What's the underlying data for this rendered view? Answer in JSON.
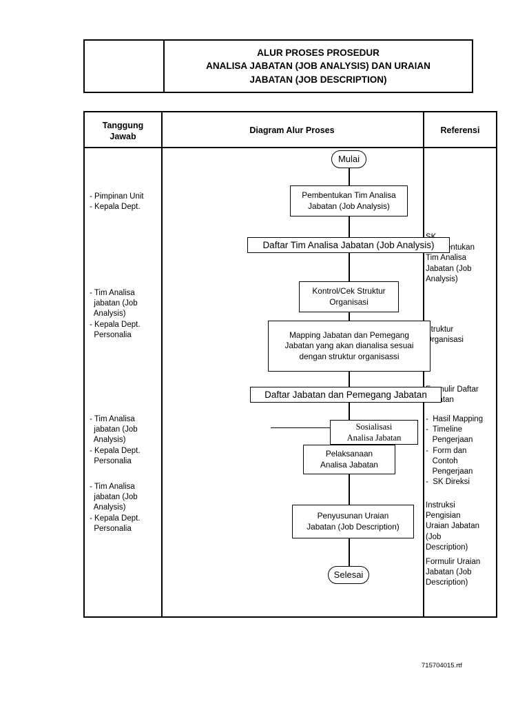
{
  "document": {
    "header": {
      "title_lines": [
        "ALUR PROSES PROSEDUR",
        "ANALISA JABATAN (JOB ANALYSIS) DAN  URAIAN",
        "JABATAN (JOB DESCRIPTION)"
      ],
      "left_cell": ""
    },
    "columns": {
      "responsibility": "Tanggung\nJawab",
      "flowchart": "Diagram Alur Proses",
      "reference": "Referensi"
    },
    "responsibilities": [
      {
        "text": "- Pimpinan Unit\n- Kepala Dept."
      },
      {
        "text": "- Tim Analisa\n  jabatan (Job\n  Analysis)\n- Kepala Dept.\n  Personalia"
      },
      {
        "text": "- Tim Analisa\n  jabatan (Job\n  Analysis)\n- Kepala Dept.\n  Personalia"
      },
      {
        "text": "- Tim Analisa\n  jabatan (Job\n  Analysis)\n- Kepala Dept.\n  Personalia"
      }
    ],
    "references": [
      {
        "text": "SK\nPembentukan\nTim Analisa\nJabatan (Job\nAnalysis)"
      },
      {
        "text": "Struktur\nOrganisasi"
      },
      {
        "text": "Formulir Daftar\nJabatan"
      },
      {
        "text": "-  Hasil Mapping\n-  Timeline\n   Pengerjaan\n-  Form dan\n   Contoh\n   Pengerjaan\n-  SK Direksi"
      },
      {
        "text": "Instruksi\nPengisian\nUraian Jabatan\n(Job\nDescription)"
      },
      {
        "text": "Formulir Uraian\nJabatan (Job\nDescription)"
      }
    ],
    "flow_nodes": [
      {
        "id": "start",
        "type": "terminator",
        "text": "Mulai"
      },
      {
        "id": "process-1",
        "type": "process",
        "text": "Pembentukan Tim Analisa\nJabatan (Job Analysis)"
      },
      {
        "id": "document-1",
        "type": "document",
        "text": "Daftar Tim Analisa Jabatan (Job Analysis)"
      },
      {
        "id": "process-2",
        "type": "process",
        "text": "Kontrol/Cek Struktur\nOrganisasi"
      },
      {
        "id": "process-3",
        "type": "process",
        "text": "Mapping Jabatan dan Pemegang\nJabatan yang akan dianalisa sesuai\ndengan struktur organisassi"
      },
      {
        "id": "document-2",
        "type": "document",
        "text": "Daftar Jabatan dan Pemegang Jabatan"
      },
      {
        "id": "process-4",
        "type": "process",
        "text": "Sosialisasi\nAnalisa Jabatan"
      },
      {
        "id": "process-5",
        "type": "process",
        "text": "Pelaksanaan\nAnalisa Jabatan"
      },
      {
        "id": "process-6",
        "type": "process",
        "text": "Penyusunan Uraian\nJabatan (Job Description)"
      },
      {
        "id": "end",
        "type": "terminator",
        "text": "Selesai"
      }
    ],
    "footer": {
      "filename": "715704015.rtf"
    }
  }
}
